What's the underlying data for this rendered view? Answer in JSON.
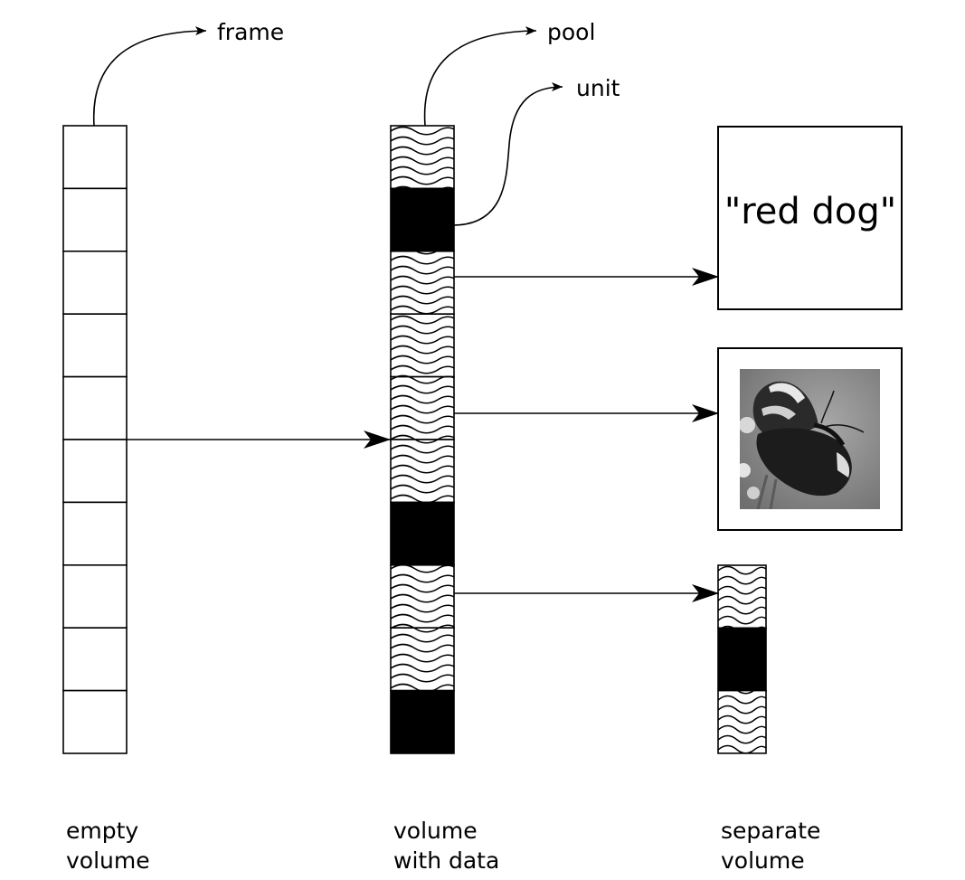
{
  "labels": {
    "frame": "frame",
    "pool": "pool",
    "unit": "unit"
  },
  "content": {
    "text_item": "\"red dog\"",
    "image_item": "butterfly photo (grayscale)"
  },
  "columns": {
    "empty": {
      "caption_line1": "empty",
      "caption_line2": "volume",
      "cells": [
        "empty",
        "empty",
        "empty",
        "empty",
        "empty",
        "empty",
        "empty",
        "empty",
        "empty",
        "empty"
      ]
    },
    "data": {
      "caption_line1": "volume",
      "caption_line2": "with data",
      "cells": [
        "pool",
        "unit",
        "pool",
        "pool",
        "pool",
        "pool",
        "unit",
        "pool",
        "pool",
        "unit"
      ]
    },
    "separate": {
      "caption_line1": "separate",
      "caption_line2": "volume",
      "cells": [
        "pool",
        "unit",
        "pool"
      ]
    }
  },
  "colors": {
    "stroke": "#000000",
    "unit_fill": "#000000",
    "background": "#ffffff"
  }
}
